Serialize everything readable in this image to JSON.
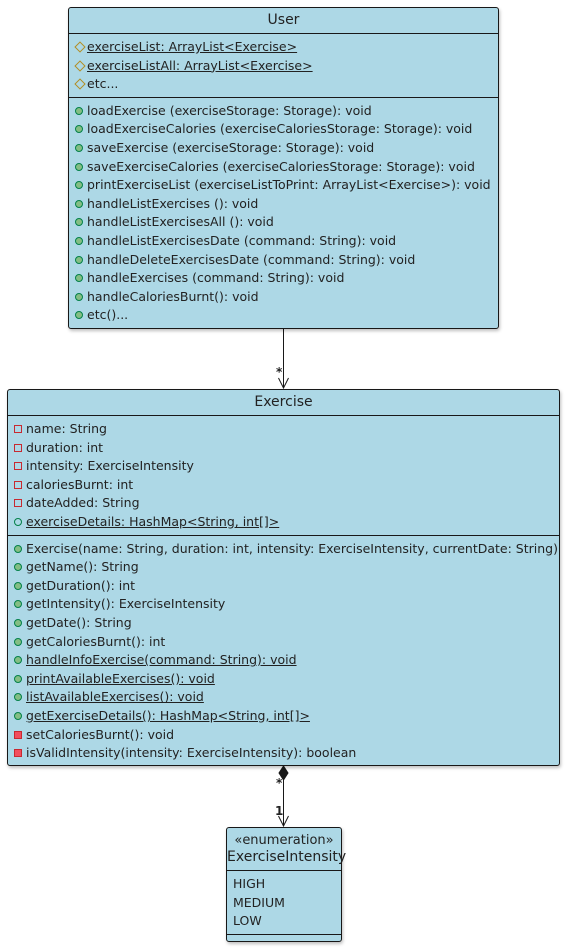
{
  "classes": {
    "user": {
      "name": "User",
      "attributes": [
        {
          "vis": "protected",
          "static": true,
          "text": "exerciseList: ArrayList<Exercise>"
        },
        {
          "vis": "protected",
          "static": true,
          "text": "exerciseListAll: ArrayList<Exercise>"
        },
        {
          "vis": "protected",
          "static": false,
          "text": "etc..."
        }
      ],
      "methods": [
        {
          "vis": "public",
          "static": false,
          "text": "loadExercise (exerciseStorage: Storage): void"
        },
        {
          "vis": "public",
          "static": false,
          "text": "loadExerciseCalories (exerciseCaloriesStorage: Storage): void"
        },
        {
          "vis": "public",
          "static": false,
          "text": "saveExercise (exerciseStorage: Storage): void"
        },
        {
          "vis": "public",
          "static": false,
          "text": "saveExerciseCalories (exerciseCaloriesStorage: Storage): void"
        },
        {
          "vis": "public",
          "static": false,
          "text": "printExerciseList (exerciseListToPrint: ArrayList<Exercise>): void"
        },
        {
          "vis": "public",
          "static": false,
          "text": "handleListExercises (): void"
        },
        {
          "vis": "public",
          "static": false,
          "text": "handleListExercisesAll (): void"
        },
        {
          "vis": "public",
          "static": false,
          "text": "handleListExercisesDate (command: String): void"
        },
        {
          "vis": "public",
          "static": false,
          "text": "handleDeleteExercisesDate (command: String): void"
        },
        {
          "vis": "public",
          "static": false,
          "text": "handleExercises (command: String): void"
        },
        {
          "vis": "public",
          "static": false,
          "text": "handleCaloriesBurnt(): void"
        },
        {
          "vis": "public",
          "static": false,
          "text": "etc()..."
        }
      ]
    },
    "exercise": {
      "name": "Exercise",
      "attributes": [
        {
          "vis": "private",
          "static": false,
          "text": "name: String"
        },
        {
          "vis": "private",
          "static": false,
          "text": "duration: int"
        },
        {
          "vis": "private",
          "static": false,
          "text": "intensity: ExerciseIntensity"
        },
        {
          "vis": "private",
          "static": false,
          "text": "caloriesBurnt: int"
        },
        {
          "vis": "private",
          "static": false,
          "text": "dateAdded: String"
        },
        {
          "vis": "public-hollow",
          "static": true,
          "text": "exerciseDetails: HashMap<String, int[]>"
        }
      ],
      "methods": [
        {
          "vis": "public",
          "static": false,
          "text": "Exercise(name: String, duration: int, intensity: ExerciseIntensity, currentDate: String)"
        },
        {
          "vis": "public",
          "static": false,
          "text": "getName(): String"
        },
        {
          "vis": "public",
          "static": false,
          "text": "getDuration(): int"
        },
        {
          "vis": "public",
          "static": false,
          "text": "getIntensity(): ExerciseIntensity"
        },
        {
          "vis": "public",
          "static": false,
          "text": "getDate(): String"
        },
        {
          "vis": "public",
          "static": false,
          "text": "getCaloriesBurnt(): int"
        },
        {
          "vis": "public",
          "static": true,
          "text": "handleInfoExercise(command: String): void"
        },
        {
          "vis": "public",
          "static": true,
          "text": "printAvailableExercises(): void"
        },
        {
          "vis": "public",
          "static": true,
          "text": "listAvailableExercises(): void"
        },
        {
          "vis": "public",
          "static": true,
          "text": "getExerciseDetails(): HashMap<String, int[]>"
        },
        {
          "vis": "private-filled",
          "static": false,
          "text": "setCaloriesBurnt(): void"
        },
        {
          "vis": "private-filled",
          "static": false,
          "text": "isValidIntensity(intensity: ExerciseIntensity): boolean"
        }
      ]
    },
    "intensity": {
      "stereotype": "«enumeration»",
      "name": "ExerciseIntensity",
      "values": [
        "HIGH",
        "MEDIUM",
        "LOW"
      ]
    }
  },
  "relations": {
    "user_exercise": {
      "target_multiplicity": "*"
    },
    "exercise_intensity": {
      "source_multiplicity": "*",
      "target_multiplicity": "1"
    }
  },
  "colors": {
    "class_fill": "#add8e6",
    "border": "#181818",
    "line": "#181818"
  }
}
